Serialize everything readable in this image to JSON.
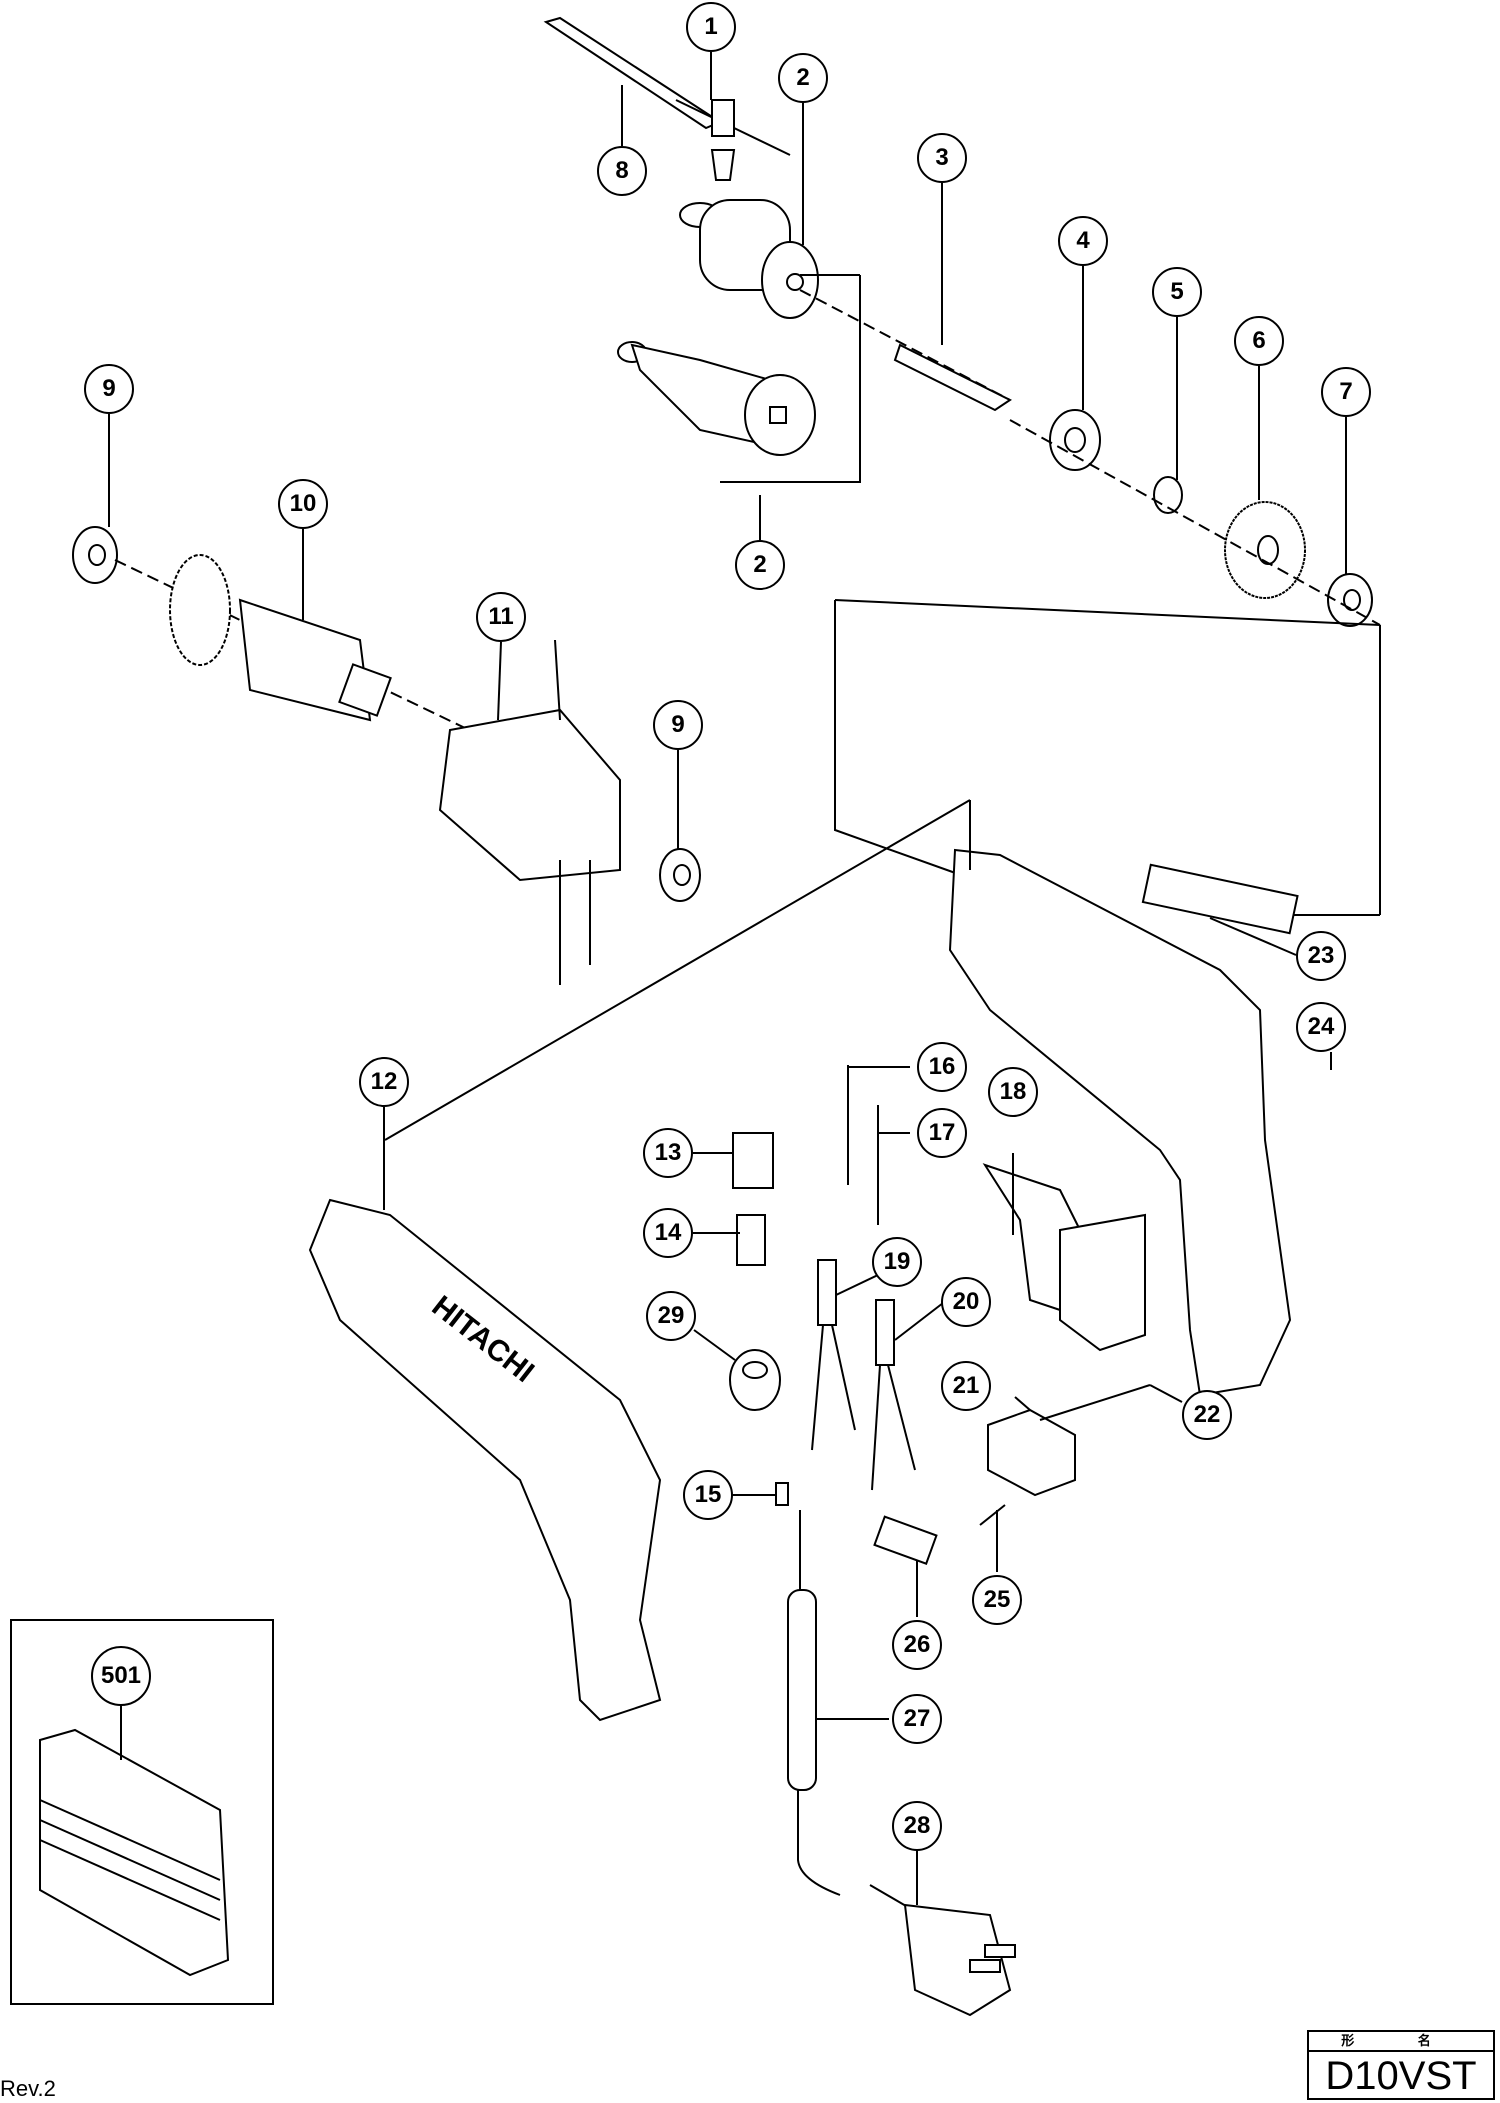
{
  "title_block": {
    "header": "形 名",
    "model": "D10VST"
  },
  "revision": "Rev.2",
  "callouts": [
    {
      "id": "c1",
      "label": "1"
    },
    {
      "id": "c2a",
      "label": "2"
    },
    {
      "id": "c2b",
      "label": "2"
    },
    {
      "id": "c3",
      "label": "3"
    },
    {
      "id": "c4",
      "label": "4"
    },
    {
      "id": "c5",
      "label": "5"
    },
    {
      "id": "c6",
      "label": "6"
    },
    {
      "id": "c7",
      "label": "7"
    },
    {
      "id": "c8",
      "label": "8"
    },
    {
      "id": "c9a",
      "label": "9"
    },
    {
      "id": "c9b",
      "label": "9"
    },
    {
      "id": "c10",
      "label": "10"
    },
    {
      "id": "c11",
      "label": "11"
    },
    {
      "id": "c12",
      "label": "12"
    },
    {
      "id": "c13",
      "label": "13"
    },
    {
      "id": "c14",
      "label": "14"
    },
    {
      "id": "c15",
      "label": "15"
    },
    {
      "id": "c16",
      "label": "16"
    },
    {
      "id": "c17",
      "label": "17"
    },
    {
      "id": "c18",
      "label": "18"
    },
    {
      "id": "c19",
      "label": "19"
    },
    {
      "id": "c20",
      "label": "20"
    },
    {
      "id": "c21",
      "label": "21"
    },
    {
      "id": "c22",
      "label": "22"
    },
    {
      "id": "c23",
      "label": "23"
    },
    {
      "id": "c24",
      "label": "24"
    },
    {
      "id": "c25",
      "label": "25"
    },
    {
      "id": "c26",
      "label": "26"
    },
    {
      "id": "c27",
      "label": "27"
    },
    {
      "id": "c28",
      "label": "28"
    },
    {
      "id": "c29",
      "label": "29"
    },
    {
      "id": "c501",
      "label": "501"
    }
  ],
  "housing_brand": "HITACHI"
}
